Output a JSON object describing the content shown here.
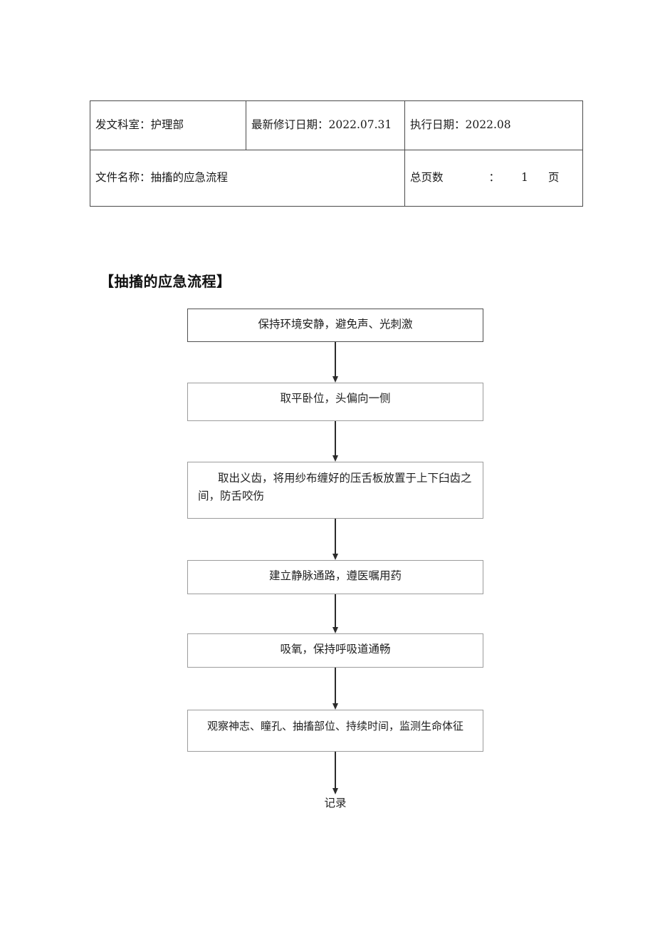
{
  "document": {
    "header_table": {
      "row1": {
        "department": "发文科室：护理部",
        "revision_date": "最新修订日期：2022.07.31",
        "effective_date": "执行日期：2022.08"
      },
      "row2": {
        "file_name": "文件名称：抽搐的应急流程",
        "pages_label": "总页数",
        "pages_colon": "：",
        "pages_count": "1",
        "pages_unit": "页"
      }
    },
    "section_title": "【抽搐的应急流程】",
    "flowchart": {
      "nodes": [
        {
          "text": "保持环境安静，避免声、光刺激"
        },
        {
          "text": "取平卧位，头偏向一侧"
        },
        {
          "text": "取出义齿，将用纱布缠好的压舌板放置于上下臼齿之间，防舌咬伤"
        },
        {
          "text": "建立静脉通路，遵医嘱用药"
        },
        {
          "text": "吸氧，保持呼吸道通畅"
        },
        {
          "text": "观察神志、瞳孔、抽搐部位、持续时间，监测生命体征"
        },
        {
          "text": "记录"
        }
      ]
    }
  }
}
